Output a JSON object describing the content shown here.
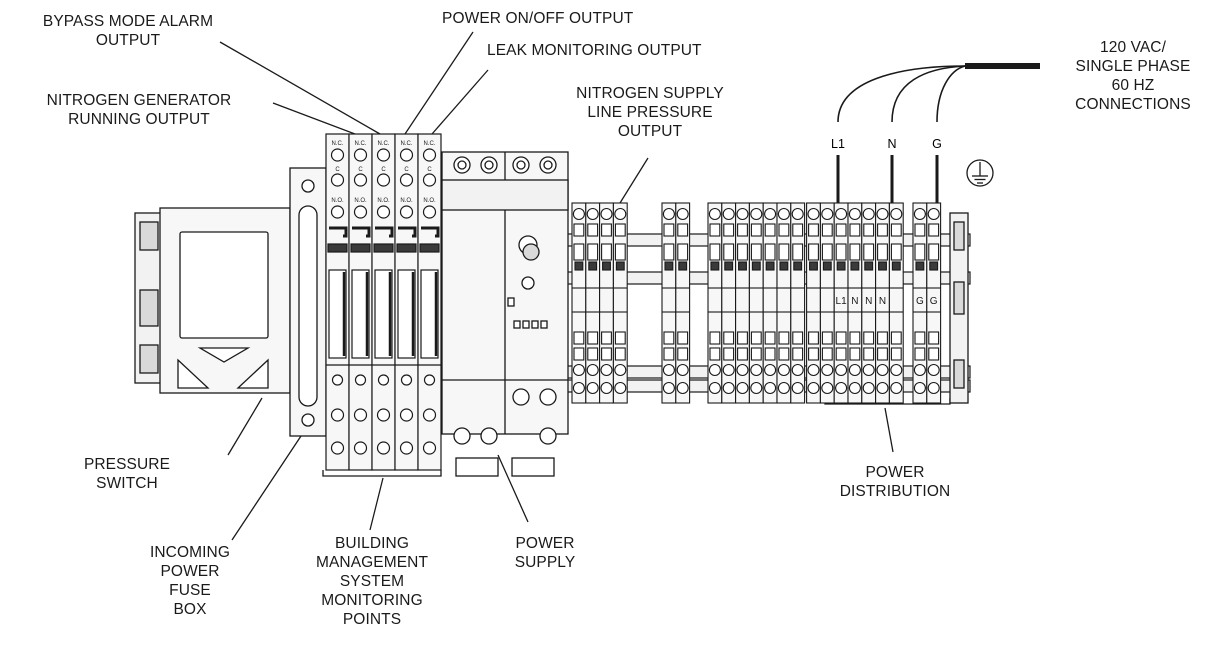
{
  "labels": {
    "bypass_alarm": [
      "BYPASS MODE ALARM",
      "OUTPUT"
    ],
    "power_onoff": [
      "POWER ON/OFF OUTPUT"
    ],
    "leak_monitoring": [
      "LEAK MONITORING OUTPUT"
    ],
    "nitrogen_generator": [
      "NITROGEN GENERATOR",
      "RUNNING OUTPUT"
    ],
    "nitrogen_supply": [
      "NITROGEN SUPPLY",
      "LINE PRESSURE",
      "OUTPUT"
    ],
    "vac_connections": [
      "120 VAC/",
      "SINGLE PHASE",
      "60 HZ",
      "CONNECTIONS"
    ],
    "pressure_switch": [
      "PRESSURE",
      "SWITCH"
    ],
    "incoming_power": [
      "INCOMING",
      "POWER",
      "FUSE",
      "BOX"
    ],
    "bms_points": [
      "BUILDING",
      "MANAGEMENT",
      "SYSTEM",
      "MONITORING",
      "POINTS"
    ],
    "power_supply": [
      "POWER",
      "SUPPLY"
    ],
    "power_distribution": [
      "POWER",
      "DISTRIBUTION"
    ]
  },
  "wire_labels": {
    "l1": "L1",
    "n": "N",
    "g": "G"
  },
  "terminal_labels": [
    "L1",
    "N",
    "N",
    "N",
    "G",
    "G"
  ],
  "relay_contact_labels": {
    "top": "N.C.",
    "mid": "C",
    "bottom": "N.O."
  },
  "colors": {
    "line": "#1a1a1a",
    "fill_light": "#f2f2f2",
    "fill_mid": "#d9d9d9",
    "fill_dark": "#3a3a3a"
  }
}
